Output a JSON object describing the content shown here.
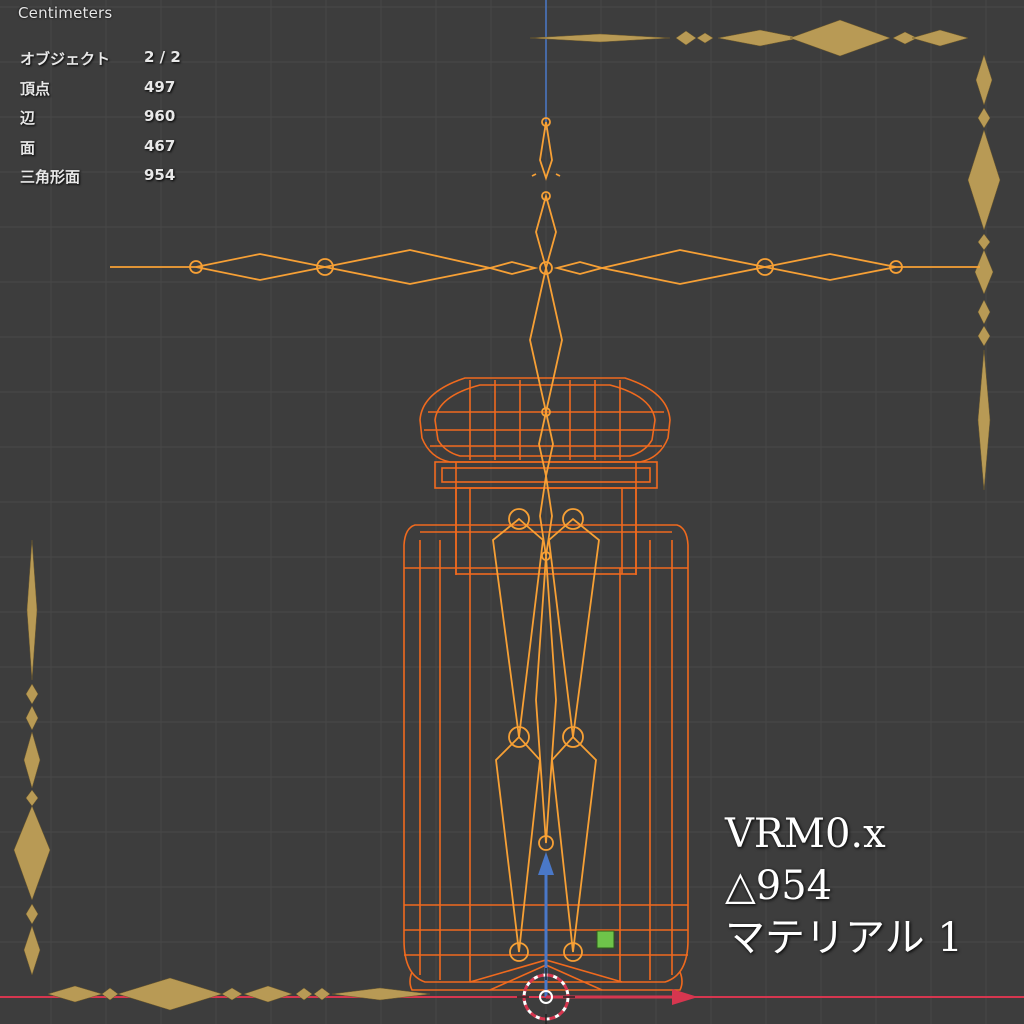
{
  "viewport": {
    "units_label": "Centimeters",
    "stats": [
      {
        "label": "オブジェクト",
        "value": "2 / 2"
      },
      {
        "label": "頂点",
        "value": "497"
      },
      {
        "label": "辺",
        "value": "960"
      },
      {
        "label": "面",
        "value": "467"
      },
      {
        "label": "三角形面",
        "value": "954"
      }
    ]
  },
  "overlay": {
    "line1": "VRM0.x",
    "line2": "△954",
    "line3": "マテリアル 1"
  },
  "colors": {
    "background": "#3d3d3d",
    "grid_minor": "#474747",
    "grid_major": "#545454",
    "mesh_wire": "#f06a1e",
    "armature": "#f7a035",
    "spring_bones": "#b89a55",
    "x_axis": "#d6364f",
    "z_axis": "#4a78c8"
  }
}
